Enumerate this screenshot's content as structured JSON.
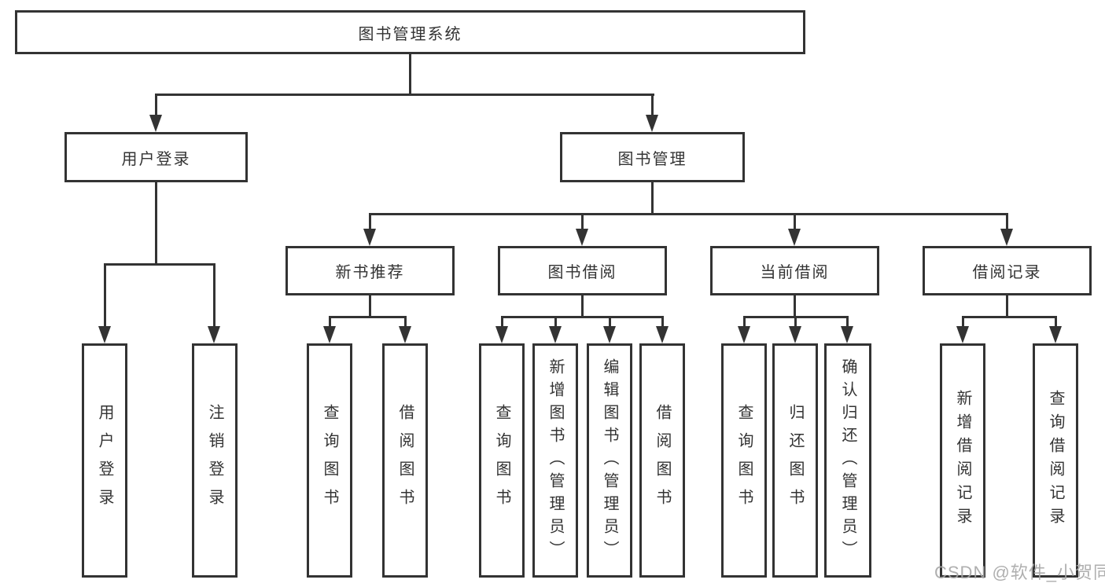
{
  "diagram": {
    "title": "图书管理系统",
    "type": "hierarchy-tree",
    "colors": {
      "line": "#333333",
      "box_border": "#333333",
      "box_fill": "#ffffff",
      "text": "#333333",
      "watermark": "#a6a6a6"
    },
    "root": {
      "label": "图书管理系统"
    },
    "level2": [
      {
        "label": "用户登录"
      },
      {
        "label": "图书管理"
      }
    ],
    "level3": [
      {
        "label": "新书推荐"
      },
      {
        "label": "图书借阅"
      },
      {
        "label": "当前借阅"
      },
      {
        "label": "借阅记录"
      }
    ],
    "leaves": {
      "user_login": [
        {
          "label": "用户登录"
        },
        {
          "label": "注销登录"
        }
      ],
      "new_book": [
        {
          "label": "查询图书"
        },
        {
          "label": "借阅图书"
        }
      ],
      "book_borrow": [
        {
          "label": "查询图书"
        },
        {
          "label": "新增图书（管理员）"
        },
        {
          "label": "编辑图书（管理员）"
        },
        {
          "label": "借阅图书"
        }
      ],
      "current_borrow": [
        {
          "label": "查询图书"
        },
        {
          "label": "归还图书"
        },
        {
          "label": "确认归还（管理员）"
        }
      ],
      "borrow_record": [
        {
          "label": "新增借阅记录"
        },
        {
          "label": "查询借阅记录"
        }
      ]
    },
    "watermark": {
      "text": "CSDN @软件_小贺同学"
    }
  }
}
